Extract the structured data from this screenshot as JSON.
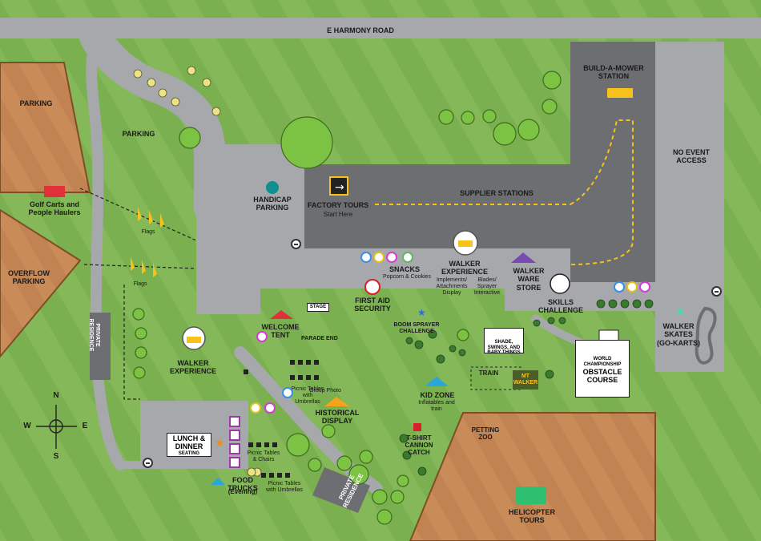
{
  "map": {
    "road": "E HARMONY ROAD",
    "colors": {
      "grass": "#7ab04f",
      "grass_stripe": "#85ba58",
      "pavement": "#a6a8ab",
      "building": "#6d6e71",
      "lot": "#c88c5a",
      "lot_border": "#8a5a2e",
      "tree": "#7cc243",
      "accent_yellow": "#f6c21b",
      "route": "#f6c21b"
    },
    "labels": {
      "parking_top_left": "PARKING",
      "parking_center": "PARKING",
      "golf_carts": "Golf Carts and People Haulers",
      "overflow_parking": "OVERFLOW PARKING",
      "flags_1": "Flags",
      "flags_2": "Flags",
      "private_residence_left": "PRIVATE RESIDENCE",
      "private_residence_bottom": "PRIVATE RESIDENCE",
      "handicap_parking": "HANDICAP PARKING",
      "factory_tours": "FACTORY TOURS",
      "factory_tours_sub": "Start Here",
      "supplier_stations": "SUPPLIER STATIONS",
      "build_a_mower": "BUILD-A-MOWER STATION",
      "no_event_access": "NO EVENT ACCESS",
      "snacks": "SNACKS",
      "snacks_sub": "Popcorn & Cookies",
      "walker_experience_main": "WALKER EXPERIENCE",
      "walker_experience_sub_left": "Implements/ Attachments Display",
      "walker_experience_sub_right": "Blades/ Sprayer Interactive",
      "walker_ware_store": "WALKER WARE STORE",
      "first_aid": "FIRST AID SECURITY",
      "stage": "STAGE",
      "skills_challenge": "SKILLS CHALLENGE",
      "welcome_tent": "WELCOME TENT",
      "parade_end": "PARADE END",
      "boom_sprayer": "BOOM SPRAYER CHALLENGE",
      "shade": "SHADE, SWINGS, AND BABY THINGS",
      "walker_skates": "WALKER SKATES (GO-KARTS)",
      "walker_experience_left": "WALKER EXPERIENCE",
      "picnic_umbrellas_1": "Picnic Tables with Umbrellas",
      "group_photo": "Group Photo",
      "historical_display": "HISTORICAL DISPLAY",
      "kid_zone": "KID ZONE",
      "kid_zone_sub": "Inflatables and train",
      "train": "TRAIN",
      "mt_walker": "MT WALKER",
      "world_championship": "WORLD CHAMPIONSHIP",
      "obstacle_course": "OBSTACLE COURSE",
      "lunch_dinner": "LUNCH & DINNER",
      "seating": "SEATING",
      "picnic_chairs": "Picnic Tables & Chairs",
      "food_trucks": "FOOD TRUCKS",
      "food_trucks_sub": "(Evening)",
      "picnic_umbrellas_2": "Picnic Tables with Umbrellas",
      "tshirt_cannon": "T-SHIRT CANNON CATCH",
      "petting_zoo": "PETTING ZOO",
      "helicopter_tours": "HELICOPTER TOURS"
    },
    "compass": {
      "n": "N",
      "s": "S",
      "e": "E",
      "w": "W"
    }
  }
}
